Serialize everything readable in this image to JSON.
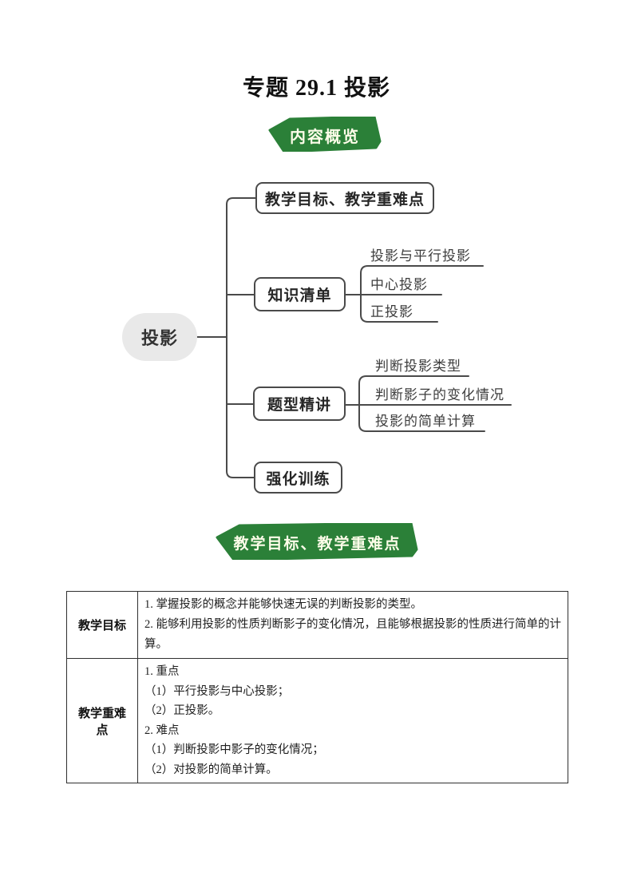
{
  "title": "专题 29.1 投影",
  "banner_overview": {
    "label": "内容概览"
  },
  "banner_objectives": {
    "label": "教学目标、教学重难点"
  },
  "colors": {
    "banner_green": "#2b8038",
    "banner_text": "#fdfde9",
    "connector_gray": "#4a4a4a",
    "root_node_fill": "#e9e9e9"
  },
  "mindmap": {
    "root_label": "投影",
    "branches": [
      {
        "label": "教学目标、教学重难点",
        "children": []
      },
      {
        "label": "知识清单",
        "children": [
          "投影与平行投影",
          "中心投影",
          "正投影"
        ]
      },
      {
        "label": "题型精讲",
        "children": [
          "判断投影类型",
          "判断影子的变化情况",
          "投影的简单计算"
        ]
      },
      {
        "label": "强化训练",
        "children": []
      }
    ]
  },
  "table": {
    "rows": [
      {
        "header": "教学目标",
        "lines": [
          "1. 掌握投影的概念并能够快速无误的判断投影的类型。",
          "2. 能够利用投影的性质判断影子的变化情况，且能够根据投影的性质进行简单的计算。"
        ]
      },
      {
        "header": "教学重难点",
        "lines": [
          "1. 重点",
          "（1）平行投影与中心投影；",
          "（2）正投影。",
          "2. 难点",
          "（1）判断投影中影子的变化情况；",
          "（2）对投影的简单计算。"
        ]
      }
    ]
  }
}
